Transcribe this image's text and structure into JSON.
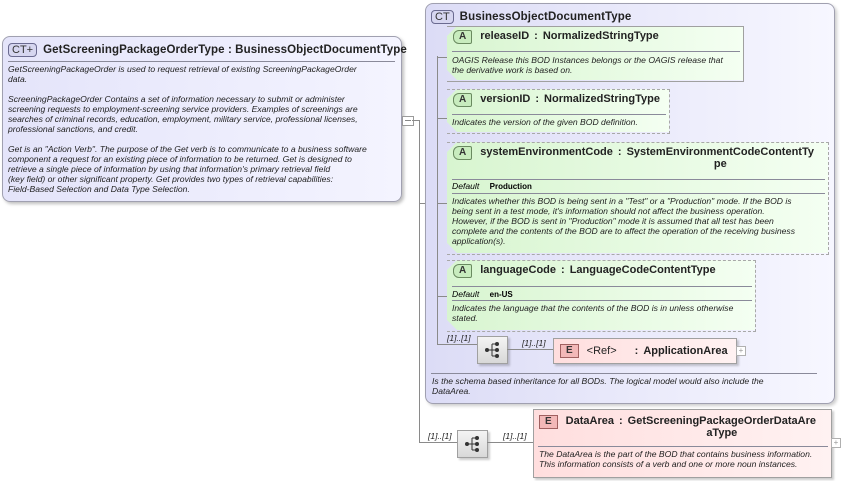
{
  "main_type": {
    "badge": "CT+",
    "title": "GetScreeningPackageOrderType : BusinessObjectDocumentType",
    "doc_lines": [
      "GetScreeningPackageOrder is used to request retrieval of existing ScreeningPackageOrder",
      "data.",
      "",
      "ScreeningPackageOrder  Contains a set of information necessary to submit or administer",
      "screening requests to employment-screening service providers. Examples of screenings are",
      "searches of criminal records, education, employment, military service, professional licenses,",
      "professional sanctions, and credit.",
      "",
      "Get is an \"Action Verb\". The purpose of the Get verb is to communicate to a business software",
      "component a request for an existing piece of information to be returned. Get is designed to",
      "retrieve a single piece of information by using that information's primary retrieval field",
      "(key field) or other significant property. Get provides two types of retrieval capabilities:",
      "Field-Based Selection and Data Type Selection."
    ]
  },
  "base_type": {
    "badge": "CT",
    "title": "BusinessObjectDocumentType",
    "doc_lines": [
      "Is the schema based inheritance for all BODs. The logical model would also include the",
      "DataArea."
    ],
    "attributes": [
      {
        "badge": "A",
        "name": "releaseID",
        "sep": ":",
        "type": "NormalizedStringType",
        "doc_lines": [
          "OAGIS Release this BOD Instances belongs or the OAGIS release that",
          "the derivative work is based on."
        ]
      },
      {
        "badge": "A",
        "name": "versionID",
        "sep": ":",
        "type": "NormalizedStringType",
        "doc_lines": [
          "Indicates the version of the given BOD definition."
        ]
      },
      {
        "badge": "A",
        "name": "systemEnvironmentCode",
        "sep": ":",
        "type_line1": "SystemEnvironmentCodeContentTy",
        "type_line2": "pe",
        "default_label": "Default",
        "default_value": "Production",
        "doc_lines": [
          "Indicates whether this BOD is being sent in a \"Test\" or a \"Production\" mode. If the BOD is",
          "being sent in a test mode, it's information should not affect the business operation.",
          "However, if the BOD is sent in \"Production\" mode it is assumed that all test has been",
          "complete and the contents of the BOD are to affect the operation of the receiving business",
          "application(s)."
        ]
      },
      {
        "badge": "A",
        "name": "languageCode",
        "sep": ":",
        "type": "LanguageCodeContentType",
        "default_label": "Default",
        "default_value": "en-US",
        "doc_lines": [
          "Indicates the language that the contents of the BOD is in unless otherwise",
          "stated."
        ]
      }
    ],
    "sequence": {
      "cardinality_in": "[1]..[1]",
      "cardinality_out": "[1]..[1]",
      "element": {
        "badge": "E",
        "ref": "<Ref>",
        "sep": ":",
        "name": "ApplicationArea"
      }
    }
  },
  "outer_sequence": {
    "cardinality_in": "[1]..[1]",
    "cardinality_out": "[1]..[1]",
    "element": {
      "badge": "E",
      "name": "DataArea",
      "sep": ":",
      "type_line1": "GetScreeningPackageOrderDataAre",
      "type_line2": "aType",
      "doc_lines": [
        "The DataArea is the part of the BOD that contains business information.",
        "This information consists of a verb and one or more noun instances."
      ]
    }
  }
}
